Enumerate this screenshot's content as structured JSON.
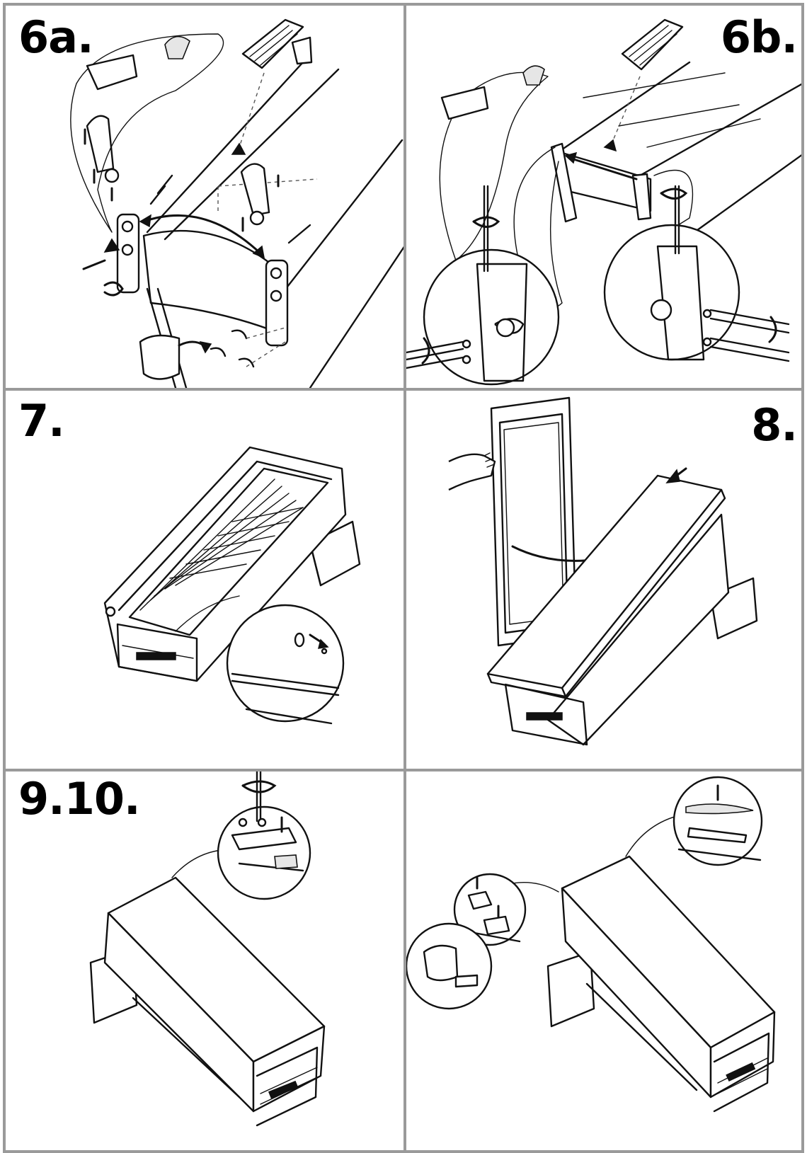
{
  "steps": {
    "p6a": {
      "label": "6a."
    },
    "p6b": {
      "label": "6b."
    },
    "p7": {
      "label": "7."
    },
    "p8": {
      "label": "8."
    },
    "p910": {
      "label": "9.10."
    },
    "p11": {
      "label": ""
    }
  },
  "colors": {
    "line": "#111111",
    "panel_border": "#9a9a9a",
    "background": "#ffffff"
  },
  "icons": [
    "hinge-icon",
    "screw-icon",
    "screwdriver-icon",
    "rotation-arrow-icon",
    "bag-icon",
    "door-icon",
    "hand-icon",
    "freezer-icon",
    "support-block-icon"
  ]
}
